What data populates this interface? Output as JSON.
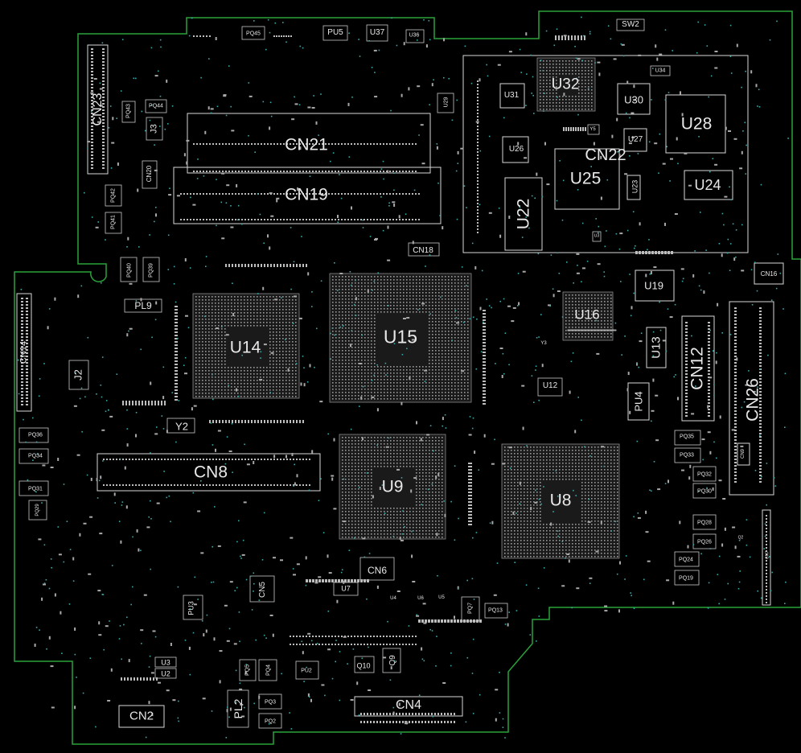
{
  "colors": {
    "background": "#000000",
    "outline": "#2aa33a",
    "silkscreen": "#e6e6e6",
    "pads": "#bdbdbd",
    "vias": "#3aa8a8"
  },
  "labels": {
    "CN23": "CN23",
    "PQ45": "PQ45",
    "PU5": "PU5",
    "U37": "U37",
    "U36": "U36",
    "SW2": "SW2",
    "PQ43": "PQ43",
    "PQ44": "PQ44",
    "J3": "J3",
    "CN20": "CN20",
    "PQ42": "PQ42",
    "PQ41": "PQ41",
    "CN21": "CN21",
    "CN19": "CN19",
    "U29": "U29",
    "CN18": "CN18",
    "U32": "U32",
    "U34": "U34",
    "U31": "U31",
    "U30": "U30",
    "U28": "U28",
    "Y5": "Y5",
    "U26": "U26",
    "U27": "U27",
    "CN22": "CN22",
    "U25": "U25",
    "U23": "U23",
    "U24": "U24",
    "U22": "U22",
    "U3_small": "U3",
    "CN16": "CN16",
    "U19": "U19",
    "PQ40": "PQ40",
    "PQ39": "PQ39",
    "PL9": "PL9",
    "CN14": "CN14",
    "J2": "J2",
    "U14": "U14",
    "U15": "U15",
    "U16": "U16",
    "Y3": "Y3",
    "U13": "U13",
    "CN12": "CN12",
    "U12": "U12",
    "PU4": "PU4",
    "CN26": "CN26",
    "Y2": "Y2",
    "PQ36": "PQ36",
    "PQ34": "PQ34",
    "PQ31": "PQ31",
    "PQ29": "PQ29",
    "CN8": "CN8",
    "U9": "U9",
    "U8": "U8",
    "PQ35": "PQ35",
    "PQ33": "PQ33",
    "CN9": "CN9",
    "PQ32": "PQ32",
    "PQ30": "PQ30",
    "PQ28": "PQ28",
    "PQ26": "PQ26",
    "PQ24": "PQ24",
    "PQ19": "PQ19",
    "CN5": "CN5",
    "CN6": "CN6",
    "PU3": "PU3",
    "U7": "U7",
    "U4": "U4",
    "U6": "U6",
    "U5": "U5",
    "PQ7": "PQ7",
    "PQ13": "PQ13",
    "U3": "U3",
    "U2": "U2",
    "PQ5": "PQ5",
    "PQ4": "PQ4",
    "PU2": "PU2",
    "Q10": "Q10",
    "Q9": "Q9",
    "PL2": "PL2",
    "PQ3": "PQ3",
    "PQ2": "PQ2",
    "CN2": "CN2",
    "CN4": "CN4",
    "CN_right": "CN7",
    "Q2": "Q2"
  }
}
